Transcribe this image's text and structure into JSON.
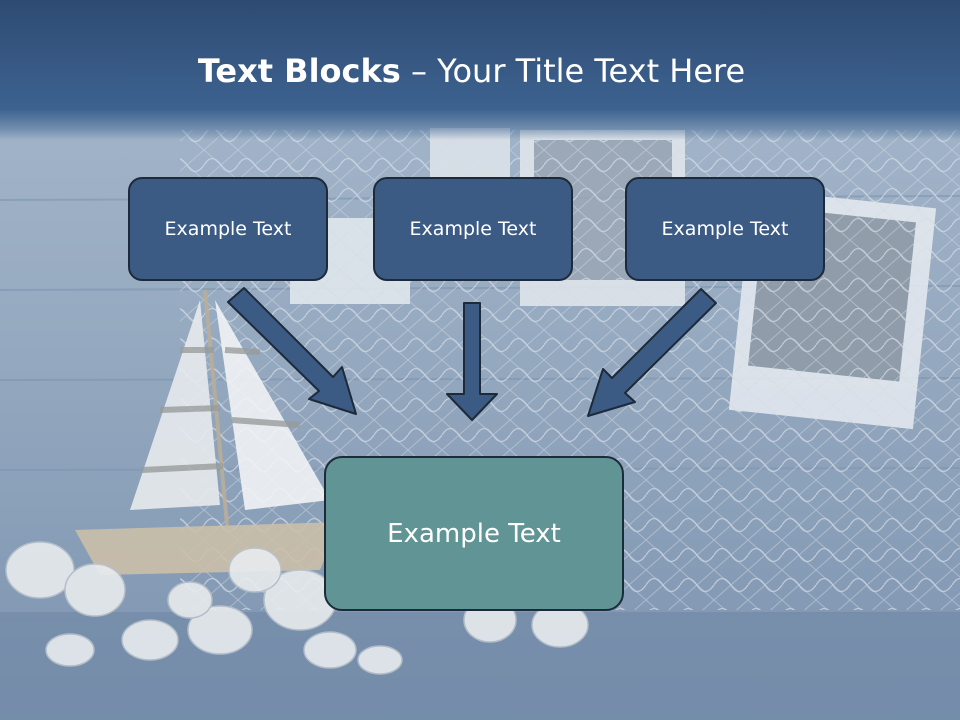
{
  "slide": {
    "title_bold": "Text Blocks",
    "title_rest": " – Your Title Text Here",
    "boxes": [
      {
        "label": "Example Text"
      },
      {
        "label": "Example Text"
      },
      {
        "label": "Example Text"
      }
    ],
    "main_box": {
      "label": "Example Text"
    }
  },
  "colors": {
    "title_bar": "#3d6290",
    "box_fill": "#3b5a84",
    "box_border": "#1d2a3a",
    "main_box_fill": "#619494",
    "arrow_fill": "#3b5a84",
    "text": "#ffffff"
  }
}
